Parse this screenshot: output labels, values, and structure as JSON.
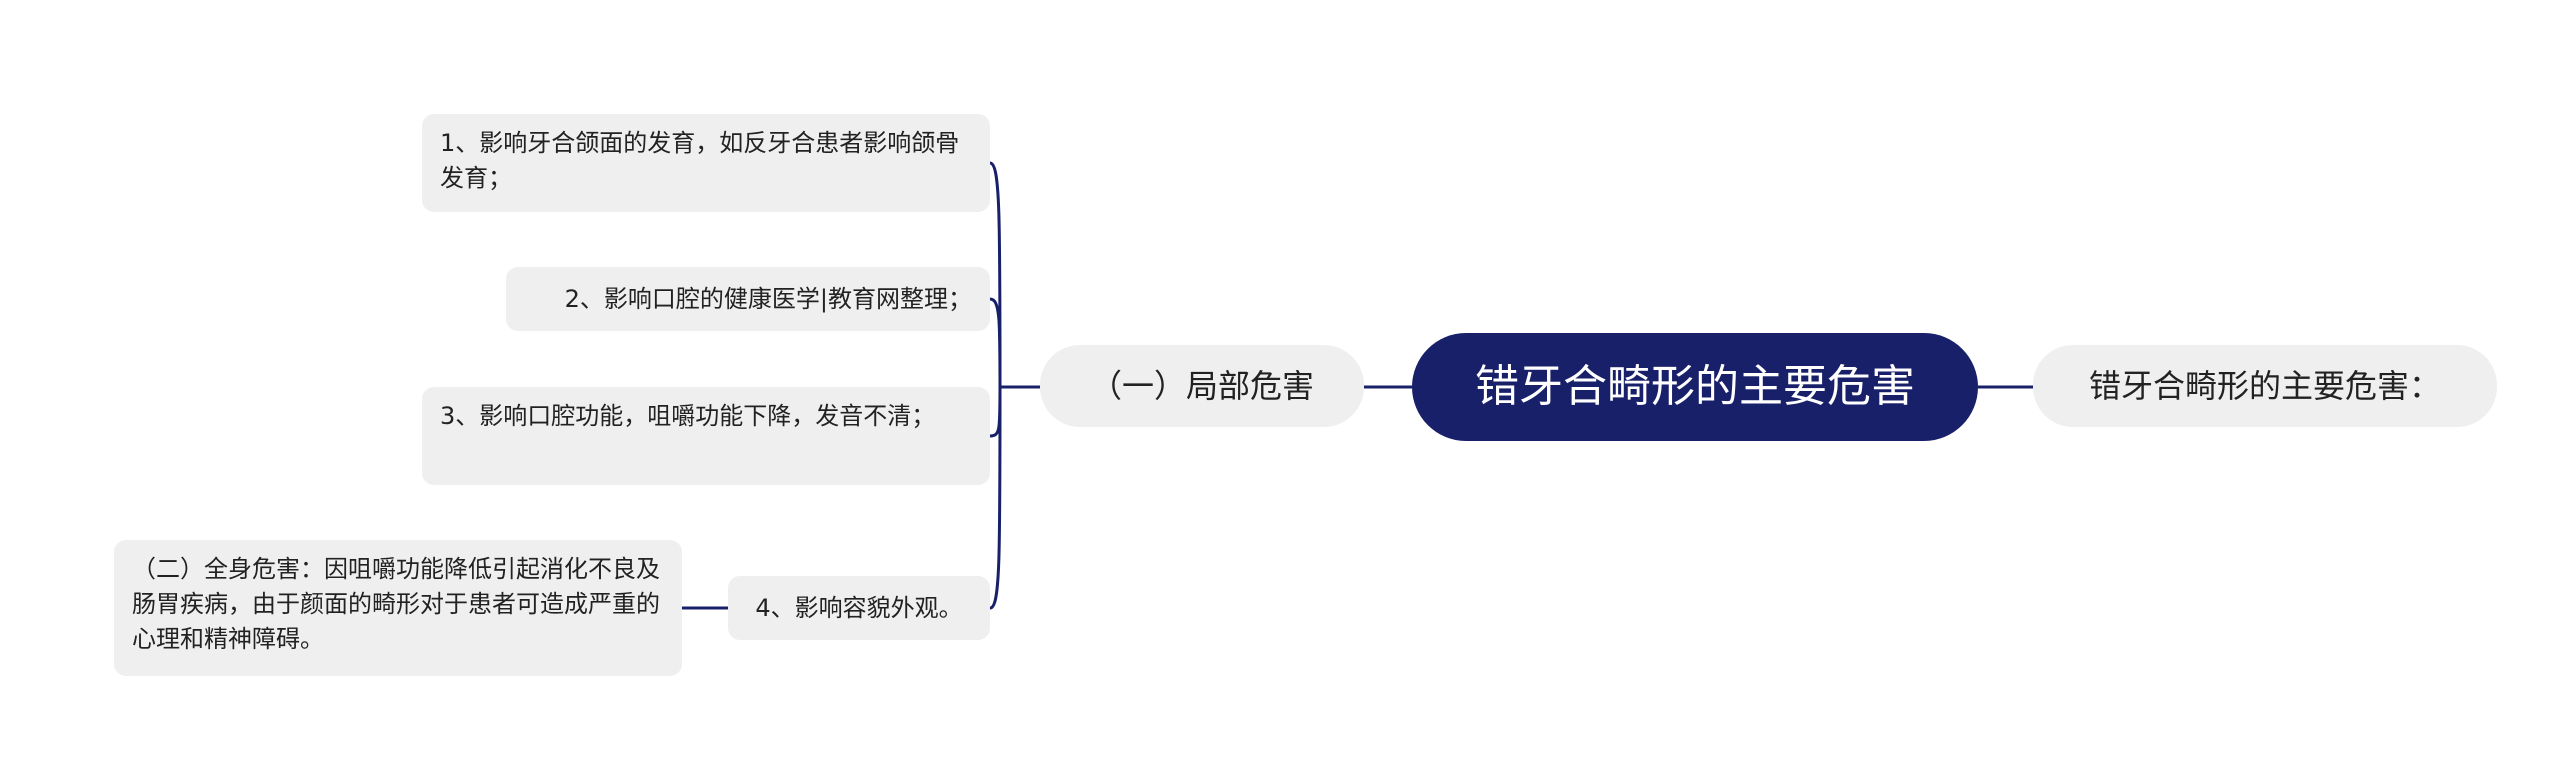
{
  "colors": {
    "root_bg": "#18206a",
    "root_text": "#ffffff",
    "node_bg": "#efefef",
    "node_text": "#222222",
    "connector": "#18206a"
  },
  "root": {
    "label": "错牙合畸形的主要危害"
  },
  "right_node": {
    "label": "错牙合畸形的主要危害："
  },
  "branch": {
    "label": "（一）局部危害"
  },
  "leaves": [
    {
      "label": "1、影响牙合颌面的发育，如反牙合患者影响颌骨发育；"
    },
    {
      "label": "2、影响口腔的健康医学|教育网整理；"
    },
    {
      "label": "3、影响口腔功能，咀嚼功能下降，发音不清；"
    },
    {
      "label": "4、影响容貌外观。"
    }
  ],
  "sub_leaf": {
    "label": "（二）全身危害：因咀嚼功能降低引起消化不良及肠胃疾病，由于颜面的畸形对于患者可造成严重的心理和精神障碍。"
  }
}
